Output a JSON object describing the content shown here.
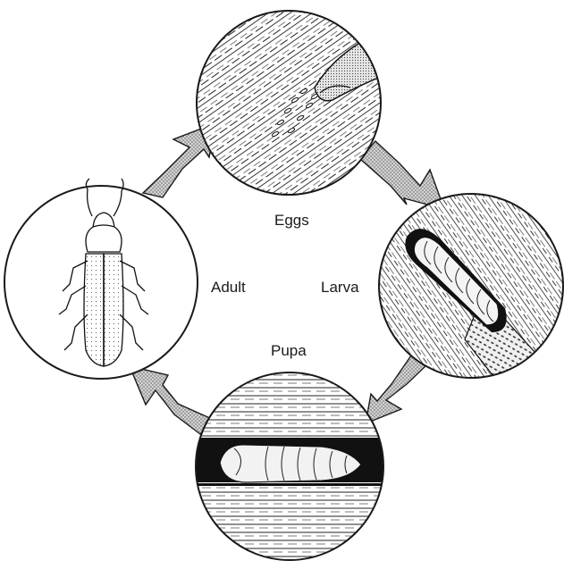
{
  "labels": {
    "eggs": "Eggs",
    "larva": "Larva",
    "pupa": "Pupa",
    "adult": "Adult"
  },
  "colors": {
    "ink": "#1a1a1a",
    "stipple": "#b9b9b9",
    "background": "#ffffff"
  }
}
